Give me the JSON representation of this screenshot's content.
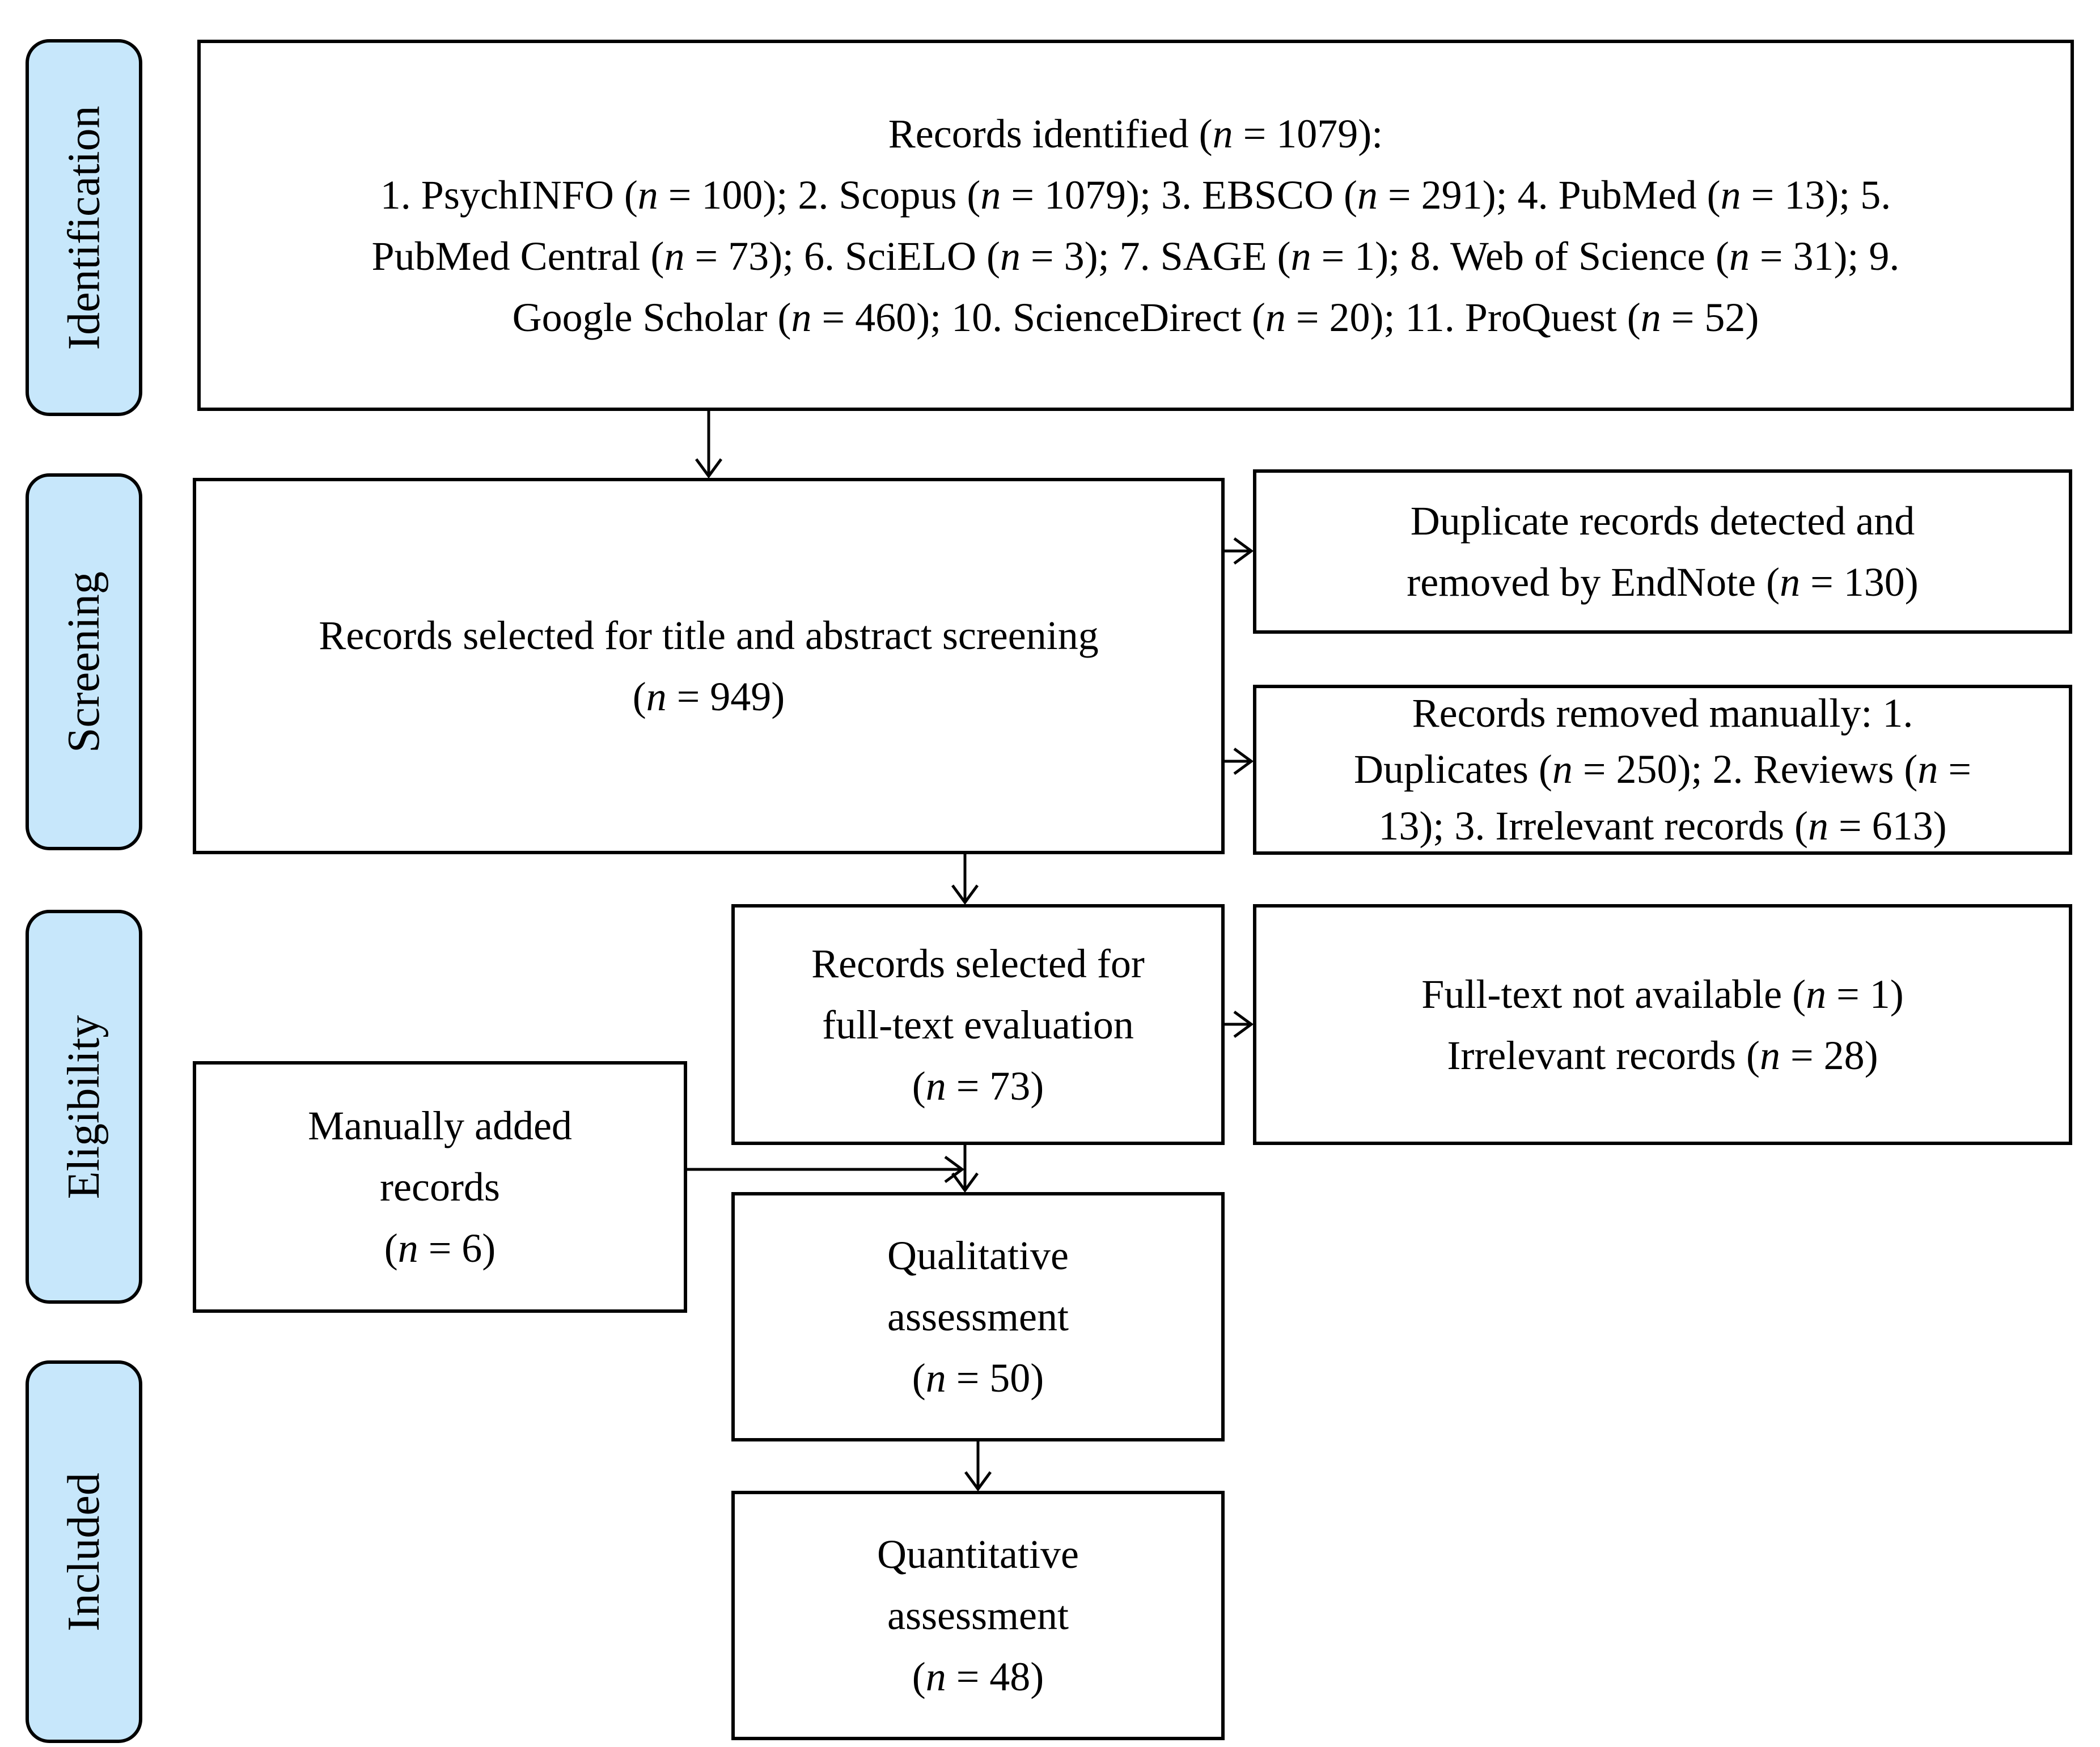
{
  "diagram": {
    "stages": [
      {
        "id": "identification",
        "label": "Identification"
      },
      {
        "id": "screening",
        "label": "Screening"
      },
      {
        "id": "eligibility",
        "label": "Eligibility"
      },
      {
        "id": "included",
        "label": "Included"
      }
    ],
    "boxes": {
      "records_identified": {
        "lines": [
          "Records identified (n = 1079):",
          "1. PsychINFO (n = 100); 2. Scopus (n = 1079); 3. EBSCO (n = 291); 4. PubMed (n = 13); 5.",
          "PubMed Central (n = 73); 6. SciELO (n = 3); 7. SAGE (n = 1); 8. Web of Science (n = 31); 9.",
          "Google Scholar (n = 460); 10. ScienceDirect (n = 20); 11. ProQuest (n = 52)"
        ]
      },
      "title_abstract_screening": {
        "lines": [
          "Records selected for title and abstract screening",
          "(n = 949)"
        ]
      },
      "duplicates_removed_endnote": {
        "lines": [
          "Duplicate records detected and",
          "removed by EndNote (n = 130)"
        ]
      },
      "records_removed_manually": {
        "lines": [
          "Records removed manually: 1.",
          "Duplicates (n = 250); 2. Reviews (n =",
          "13); 3. Irrelevant records (n = 613)"
        ]
      },
      "full_text_evaluation": {
        "lines": [
          "Records selected for",
          "full-text evaluation",
          "(n = 73)"
        ]
      },
      "full_text_not_available": {
        "lines": [
          "Full-text not available (n = 1)",
          "Irrelevant records (n = 28)"
        ]
      },
      "manually_added_records": {
        "lines": [
          "Manually added",
          "records",
          "(n = 6)"
        ]
      },
      "qualitative_assessment": {
        "lines": [
          "Qualitative",
          "assessment",
          "(n = 50)"
        ]
      },
      "quantitative_assessment": {
        "lines": [
          "Quantitative",
          "assessment",
          "(n = 48)"
        ]
      }
    },
    "colors": {
      "stage_fill": "#c7e7fb",
      "border": "#000000",
      "background": "#ffffff",
      "text": "#000000"
    }
  }
}
